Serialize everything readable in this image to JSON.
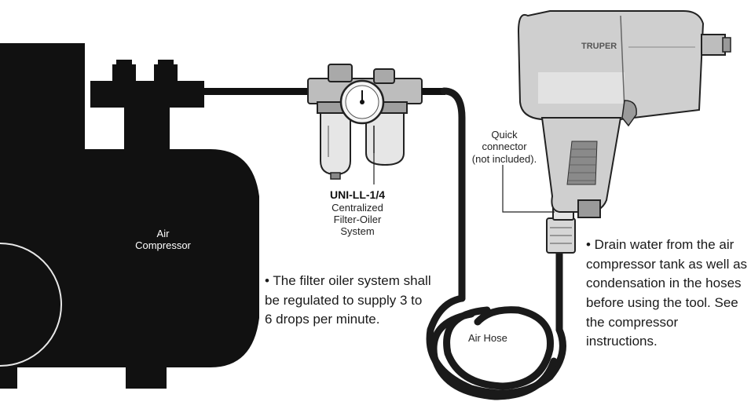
{
  "labels": {
    "compressor": [
      "Air",
      "Compressor"
    ],
    "hose": "Air Hose",
    "connector": [
      "Quick",
      "connector",
      "(not included)."
    ],
    "filter_model": "UNI-LL-1/4",
    "filter_desc": [
      "Centralized",
      "Filter-Oiler",
      "System"
    ],
    "brand": "TRUPER"
  },
  "notes": {
    "oiler": [
      "• The filter oiler system shall",
      "be regulated to supply 3 to",
      "6 drops per minute."
    ],
    "drain": [
      "• Drain water from the air",
      "compressor tank as well as",
      "condensation in the hoses",
      "before using the tool. See",
      "the compressor",
      "instructions."
    ]
  },
  "colors": {
    "dark": "#111111",
    "tool_grey": "#cfcfcf",
    "filter_grey": "#bdbdbd",
    "background": "#ffffff"
  },
  "icons": [
    "air-compressor-icon",
    "filter-oiler-icon",
    "pressure-gauge-icon",
    "air-hose-icon",
    "impact-wrench-icon",
    "quick-connector-icon"
  ]
}
